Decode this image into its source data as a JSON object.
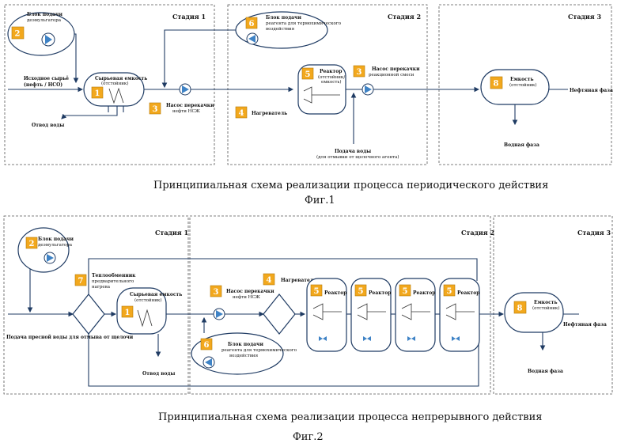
{
  "fig1": {
    "stages": [
      "Стадия 1",
      "Стадия 2",
      "Стадия 3"
    ],
    "demulsifier_block": [
      "Блок подачи",
      "деэмульгатора"
    ],
    "raw_input": [
      "Исходное сырьё",
      "(нефть / НСО)"
    ],
    "raw_tank": [
      "Сырьевая емкость",
      "(отстойник)"
    ],
    "water_out": "Отвод воды",
    "pump3": [
      "Насос перекачки",
      "нефти НСЖ"
    ],
    "reagent_block": [
      "Блок подачи",
      "реагента для термохимического",
      "воздействия"
    ],
    "heater": "Нагреватель",
    "reactor": [
      "Реактор",
      "(отстойник/",
      "емкость)"
    ],
    "mix_pump": [
      "Насос перекачки",
      "реакционной смеси"
    ],
    "water_feed": [
      "Подача воды",
      "(для отмывки от щелочного агента)"
    ],
    "settler": [
      "Емкость",
      "(отстойник)"
    ],
    "oil_phase": "Нефтяная фаза",
    "water_phase": "Водная фаза",
    "caption": "Принципиальная схема реализации процесса периодического действия",
    "fig_label": "Фиг.1"
  },
  "fig2": {
    "stages": [
      "Стадия 1",
      "Стадия 2",
      "Стадия 3"
    ],
    "demulsifier_block": [
      "Блок подачи",
      "деэмульгатора"
    ],
    "heat_exchanger": [
      "Теплообменник",
      "предварительного",
      "нагрева"
    ],
    "fresh_water": "Подача пресной воды для отмыва от щелочи",
    "raw_tank": [
      "Сырьевая емкость",
      "(отстойник)"
    ],
    "water_out": "Отвод воды",
    "pump3": [
      "Насос перекачки",
      "нефти НСЖ"
    ],
    "heater": "Нагреватель",
    "reagent_block": [
      "Блок подачи",
      "реагента для термохимического",
      "воздействия"
    ],
    "reactor": "Реактор",
    "settler": [
      "Емкость",
      "(отстойник)"
    ],
    "oil_phase": "Нефтяная фаза",
    "water_phase": "Водная фаза",
    "caption": "Принципиальная схема реализации процесса непрерывного действия",
    "fig_label": "Фиг.2"
  },
  "badges": [
    "1",
    "2",
    "3",
    "4",
    "5",
    "6",
    "7",
    "8"
  ],
  "colors": {
    "line": "#1f3b63",
    "badge": "#f2a81d",
    "pump": "#3f83c6"
  }
}
